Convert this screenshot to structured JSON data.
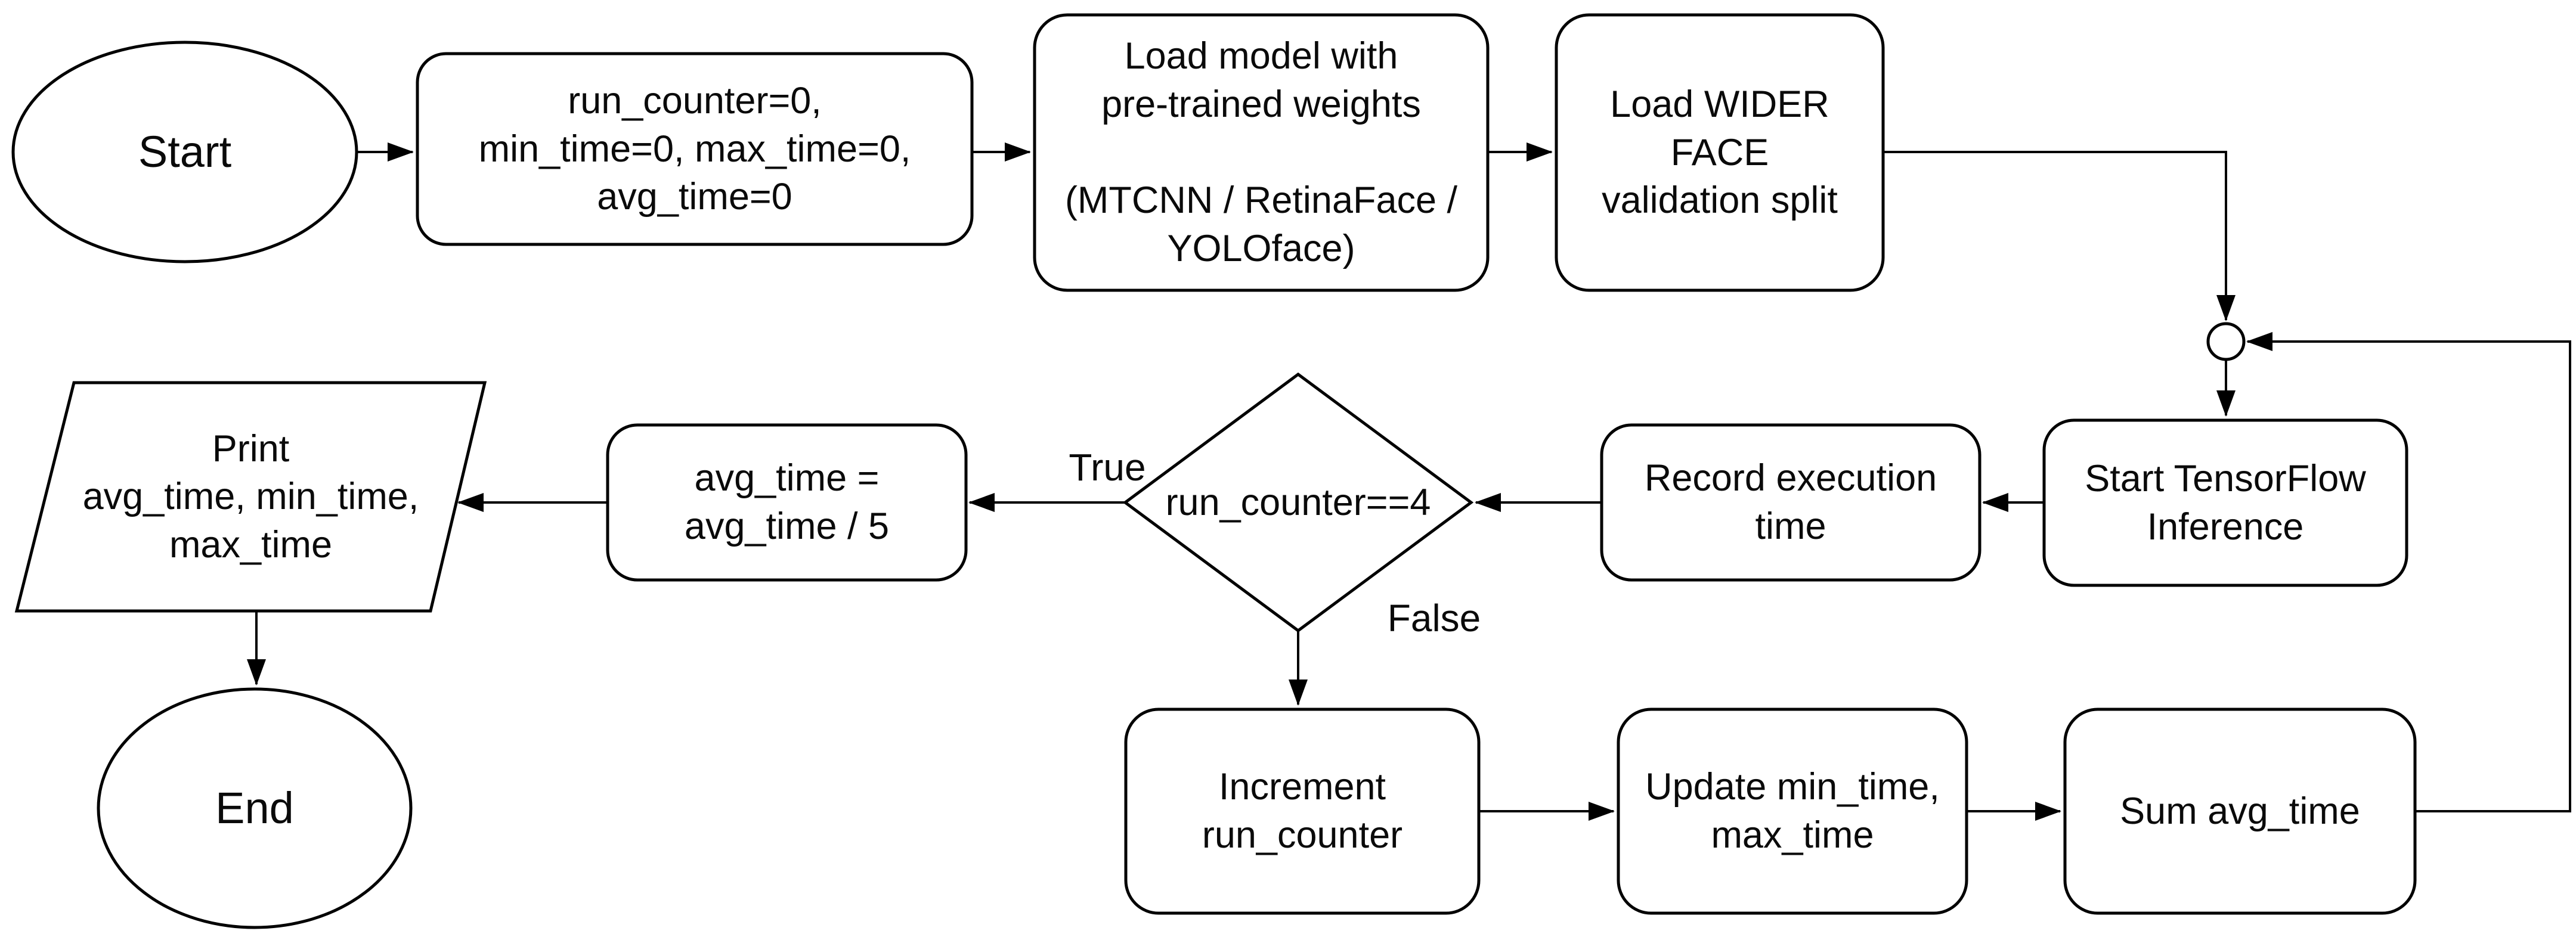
{
  "diagram": {
    "type": "flowchart",
    "colors": {
      "background": "#ffffff",
      "stroke": "#000000",
      "text": "#0a0a0a"
    },
    "nodes": {
      "start": {
        "shape": "ellipse",
        "label": "Start"
      },
      "init": {
        "shape": "rounded-rect",
        "label": "run_counter=0,\nmin_time=0, max_time=0,\navg_time=0"
      },
      "load_model": {
        "shape": "rounded-rect",
        "label": "Load model with\npre-trained weights\n\n(MTCNN / RetinaFace /\nYOLOface)"
      },
      "load_dataset": {
        "shape": "rounded-rect",
        "label": "Load WIDER\nFACE\nvalidation split"
      },
      "loop_junction": {
        "shape": "circle",
        "label": ""
      },
      "start_inference": {
        "shape": "rounded-rect",
        "label": "Start TensorFlow\nInference"
      },
      "record_time": {
        "shape": "rounded-rect",
        "label": "Record execution\ntime"
      },
      "decision": {
        "shape": "diamond",
        "label": "run_counter==4"
      },
      "compute_avg": {
        "shape": "rounded-rect",
        "label": "avg_time =\navg_time / 5"
      },
      "print_results": {
        "shape": "parallelogram",
        "label": "Print\navg_time, min_time,\nmax_time"
      },
      "end": {
        "shape": "ellipse",
        "label": "End"
      },
      "increment": {
        "shape": "rounded-rect",
        "label": "Increment\nrun_counter"
      },
      "update_minmax": {
        "shape": "rounded-rect",
        "label": "Update min_time,\nmax_time"
      },
      "sum_avg": {
        "shape": "rounded-rect",
        "label": "Sum avg_time"
      }
    },
    "edge_labels": {
      "true_branch": "True",
      "false_branch": "False"
    }
  }
}
